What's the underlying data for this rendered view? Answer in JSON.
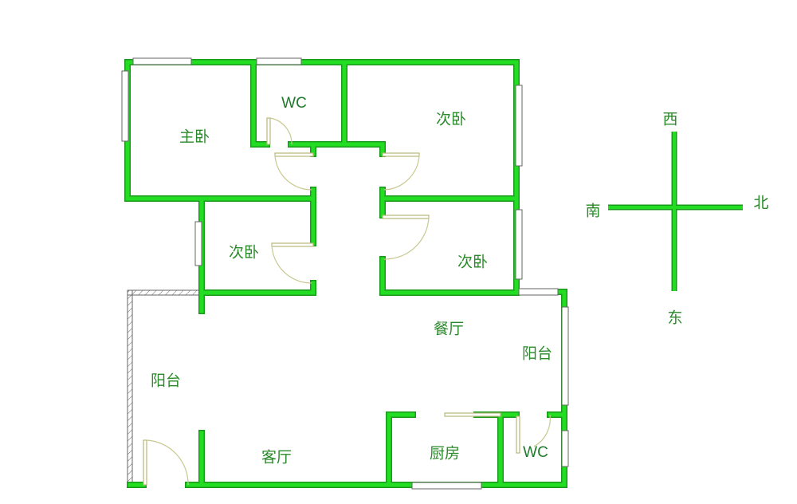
{
  "rooms": {
    "master_bedroom": "主卧",
    "wc_top": "WC",
    "bedroom_ne": "次卧",
    "bedroom_w": "次卧",
    "bedroom_e": "次卧",
    "dining": "餐厅",
    "balcony_w": "阳台",
    "balcony_e": "阳台",
    "living": "客厅",
    "kitchen": "厨房",
    "wc_bottom": "WC"
  },
  "compass": {
    "north": "北",
    "south": "南",
    "east": "东",
    "west": "西"
  },
  "colors": {
    "wall": "#22dd22",
    "text": "#2a8a2a"
  }
}
